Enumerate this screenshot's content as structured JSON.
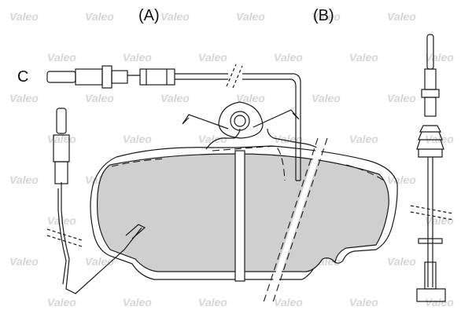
{
  "labels": {
    "view_a": "(A)",
    "view_b": "(B)",
    "sensor": "C"
  },
  "watermark": {
    "text": "Valeo"
  },
  "colors": {
    "pad_fill": "#cfcfcf",
    "line": "#1a1a1a",
    "watermark": "#d6d6d6"
  }
}
